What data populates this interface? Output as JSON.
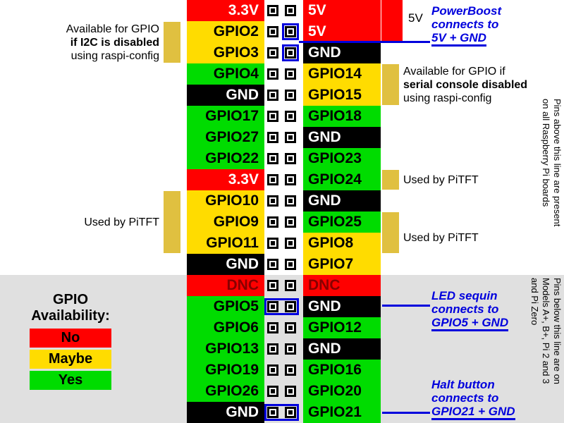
{
  "colors": {
    "no": "#ff0000",
    "maybe": "#ffdc00",
    "yes": "#00dc00",
    "gnd": "#000000",
    "dnc_text": "#880000",
    "annotation_bar": "#e0c040",
    "callout_blue": "#0000dd",
    "lower_section_gray": "#e0e0e0"
  },
  "pins": {
    "rows": [
      {
        "left": {
          "label": "3.3V",
          "bg": "red"
        },
        "right": {
          "label": "5V",
          "bg": "red"
        }
      },
      {
        "left": {
          "label": "GPIO2",
          "bg": "yellow"
        },
        "right": {
          "label": "5V",
          "bg": "red"
        }
      },
      {
        "left": {
          "label": "GPIO3",
          "bg": "yellow"
        },
        "right": {
          "label": "GND",
          "bg": "black"
        }
      },
      {
        "left": {
          "label": "GPIO4",
          "bg": "green"
        },
        "right": {
          "label": "GPIO14",
          "bg": "yellow"
        }
      },
      {
        "left": {
          "label": "GND",
          "bg": "black"
        },
        "right": {
          "label": "GPIO15",
          "bg": "yellow"
        }
      },
      {
        "left": {
          "label": "GPIO17",
          "bg": "green"
        },
        "right": {
          "label": "GPIO18",
          "bg": "green"
        }
      },
      {
        "left": {
          "label": "GPIO27",
          "bg": "green"
        },
        "right": {
          "label": "GND",
          "bg": "black"
        }
      },
      {
        "left": {
          "label": "GPIO22",
          "bg": "green"
        },
        "right": {
          "label": "GPIO23",
          "bg": "green"
        }
      },
      {
        "left": {
          "label": "3.3V",
          "bg": "red"
        },
        "right": {
          "label": "GPIO24",
          "bg": "green"
        }
      },
      {
        "left": {
          "label": "GPIO10",
          "bg": "yellow"
        },
        "right": {
          "label": "GND",
          "bg": "black"
        }
      },
      {
        "left": {
          "label": "GPIO9",
          "bg": "yellow"
        },
        "right": {
          "label": "GPIO25",
          "bg": "green"
        }
      },
      {
        "left": {
          "label": "GPIO11",
          "bg": "yellow"
        },
        "right": {
          "label": "GPIO8",
          "bg": "yellow"
        }
      },
      {
        "left": {
          "label": "GND",
          "bg": "black"
        },
        "right": {
          "label": "GPIO7",
          "bg": "yellow"
        }
      },
      {
        "left": {
          "label": "DNC",
          "bg": "red",
          "fg": "darkred"
        },
        "right": {
          "label": "DNC",
          "bg": "red",
          "fg": "darkred"
        }
      },
      {
        "left": {
          "label": "GPIO5",
          "bg": "green"
        },
        "right": {
          "label": "GND",
          "bg": "black"
        }
      },
      {
        "left": {
          "label": "GPIO6",
          "bg": "green"
        },
        "right": {
          "label": "GPIO12",
          "bg": "green"
        }
      },
      {
        "left": {
          "label": "GPIO13",
          "bg": "green"
        },
        "right": {
          "label": "GND",
          "bg": "black"
        }
      },
      {
        "left": {
          "label": "GPIO19",
          "bg": "green"
        },
        "right": {
          "label": "GPIO16",
          "bg": "green"
        }
      },
      {
        "left": {
          "label": "GPIO26",
          "bg": "green"
        },
        "right": {
          "label": "GPIO20",
          "bg": "green"
        }
      },
      {
        "left": {
          "label": "GND",
          "bg": "black"
        },
        "right": {
          "label": "GPIO21",
          "bg": "green"
        }
      }
    ],
    "highlights": [
      {
        "row": 1,
        "side": "right"
      },
      {
        "row": 2,
        "side": "right"
      },
      {
        "row": 14,
        "side": "both"
      },
      {
        "row": 19,
        "side": "both"
      }
    ]
  },
  "annotations": {
    "five_v_label": "5V",
    "i2c": {
      "line1": "Available for GPIO",
      "line2": "if I2C is disabled",
      "line3": "using raspi-config"
    },
    "serial": {
      "line1": "Available for GPIO if",
      "line2": "serial console disabled",
      "line3": "using raspi-config"
    },
    "pitft_right_top": "Used by PiTFT",
    "pitft_left": "Used by PiTFT",
    "pitft_right_bottom": "Used by PiTFT",
    "powerboost": {
      "line1": "PowerBoost",
      "line2": "connects to",
      "line3": "5V + GND"
    },
    "led_sequin": {
      "line1": "LED sequin",
      "line2": "connects to",
      "line3": "GPIO5 + GND"
    },
    "halt_button": {
      "line1": "Halt button",
      "line2": "connects to",
      "line3": "GPIO21 + GND"
    },
    "vertical_top": {
      "line1": "Pins above this line are present",
      "line2": "on all Raspberry Pi boards"
    },
    "vertical_bottom": {
      "line1": "Pins below this line are on",
      "line2": "Models A+, B+, Pi 2 and 3",
      "line3": "and Pi Zero"
    }
  },
  "legend": {
    "title_line1": "GPIO",
    "title_line2": "Availability:",
    "items": [
      {
        "label": "No",
        "color": "#ff0000"
      },
      {
        "label": "Maybe",
        "color": "#ffdc00"
      },
      {
        "label": "Yes",
        "color": "#00dc00"
      }
    ]
  }
}
